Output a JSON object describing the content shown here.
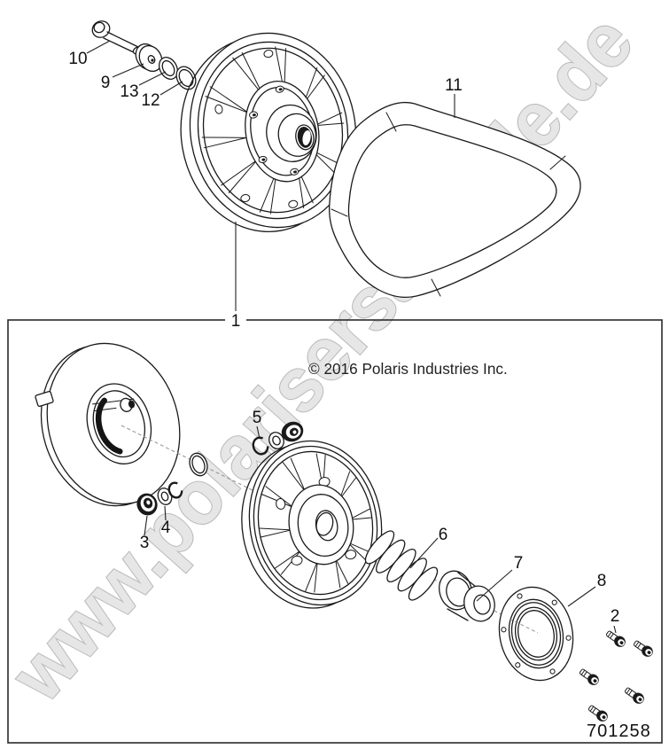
{
  "diagram": {
    "watermark": "www.polarisersatzteile.de",
    "copyright": "© 2016 Polaris Industries Inc.",
    "part_number": "701258"
  },
  "callouts": {
    "1": "1",
    "2": "2",
    "3": "3",
    "4": "4",
    "5": "5",
    "6": "6",
    "7": "7",
    "8": "8",
    "9": "9",
    "10": "10",
    "11": "11",
    "12": "12",
    "13": "13"
  },
  "colors": {
    "line": "#1a1a1a",
    "label_text": "#111111",
    "watermark_fill": "#e4e4e4",
    "watermark_stroke": "#b5b5b5",
    "background": "#ffffff"
  }
}
